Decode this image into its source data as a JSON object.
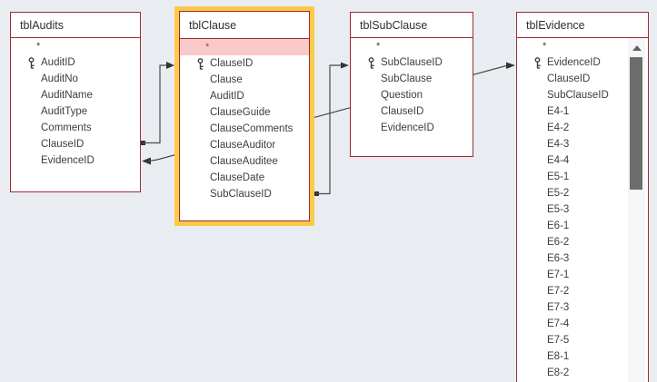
{
  "colors": {
    "canvas_bg": "#e9edf1",
    "table_bg": "#ffffff",
    "table_border": "#9e2a33",
    "selection_highlight": "#fbca47",
    "star_row_highlight": "#f8caca",
    "relationship_line": "#4a4a4a",
    "scrollbar_thumb": "#6d6d6d"
  },
  "icons": {
    "primary_key": "key-icon",
    "scroll_up": "up-triangle-icon",
    "line_end_arrow": "arrowhead-icon",
    "line_end_square": "square-endpoint-icon"
  },
  "tables": [
    {
      "title": "tblAudits",
      "selected": false,
      "fields": [
        {
          "label": "*",
          "star": true
        },
        {
          "label": "AuditID",
          "key": true
        },
        {
          "label": "AuditNo"
        },
        {
          "label": "AuditName"
        },
        {
          "label": "AuditType"
        },
        {
          "label": "Comments"
        },
        {
          "label": "ClauseID"
        },
        {
          "label": "EvidenceID"
        }
      ]
    },
    {
      "title": "tblClause",
      "selected": true,
      "fields": [
        {
          "label": "*",
          "star": true,
          "highlight": true
        },
        {
          "label": "ClauseID",
          "key": true
        },
        {
          "label": "Clause"
        },
        {
          "label": "AuditID"
        },
        {
          "label": "ClauseGuide"
        },
        {
          "label": "ClauseComments"
        },
        {
          "label": "ClauseAuditor"
        },
        {
          "label": "ClauseAuditee"
        },
        {
          "label": "ClauseDate"
        },
        {
          "label": "SubClauseID"
        }
      ]
    },
    {
      "title": "tblSubClause",
      "selected": false,
      "fields": [
        {
          "label": "*",
          "star": true
        },
        {
          "label": "SubClauseID",
          "key": true
        },
        {
          "label": "SubClause"
        },
        {
          "label": "Question"
        },
        {
          "label": "ClauseID"
        },
        {
          "label": "EvidenceID"
        }
      ]
    },
    {
      "title": "tblEvidence",
      "selected": false,
      "has_scrollbar": true,
      "fields": [
        {
          "label": "*",
          "star": true
        },
        {
          "label": "EvidenceID",
          "key": true
        },
        {
          "label": "ClauseID"
        },
        {
          "label": "SubClauseID"
        },
        {
          "label": "E4-1"
        },
        {
          "label": "E4-2"
        },
        {
          "label": "E4-3"
        },
        {
          "label": "E4-4"
        },
        {
          "label": "E5-1"
        },
        {
          "label": "E5-2"
        },
        {
          "label": "E5-3"
        },
        {
          "label": "E6-1"
        },
        {
          "label": "E6-2"
        },
        {
          "label": "E6-3"
        },
        {
          "label": "E7-1"
        },
        {
          "label": "E7-2"
        },
        {
          "label": "E7-3"
        },
        {
          "label": "E7-4"
        },
        {
          "label": "E7-5"
        },
        {
          "label": "E8-1"
        },
        {
          "label": "E8-2"
        }
      ]
    }
  ],
  "relationships": [
    {
      "from_table": "tblAudits",
      "from_field": "ClauseID",
      "to_table": "tblClause",
      "to_field": "ClauseID",
      "ends": "square-to-arrow"
    },
    {
      "from_table": "tblClause",
      "from_field": "SubClauseID",
      "to_table": "tblSubClause",
      "to_field": "SubClauseID",
      "ends": "square-to-arrow"
    },
    {
      "from_table": "tblAudits",
      "from_field": "EvidenceID",
      "to_table": "tblEvidence",
      "to_field": "EvidenceID",
      "ends": "arrow-to-arrow"
    }
  ]
}
